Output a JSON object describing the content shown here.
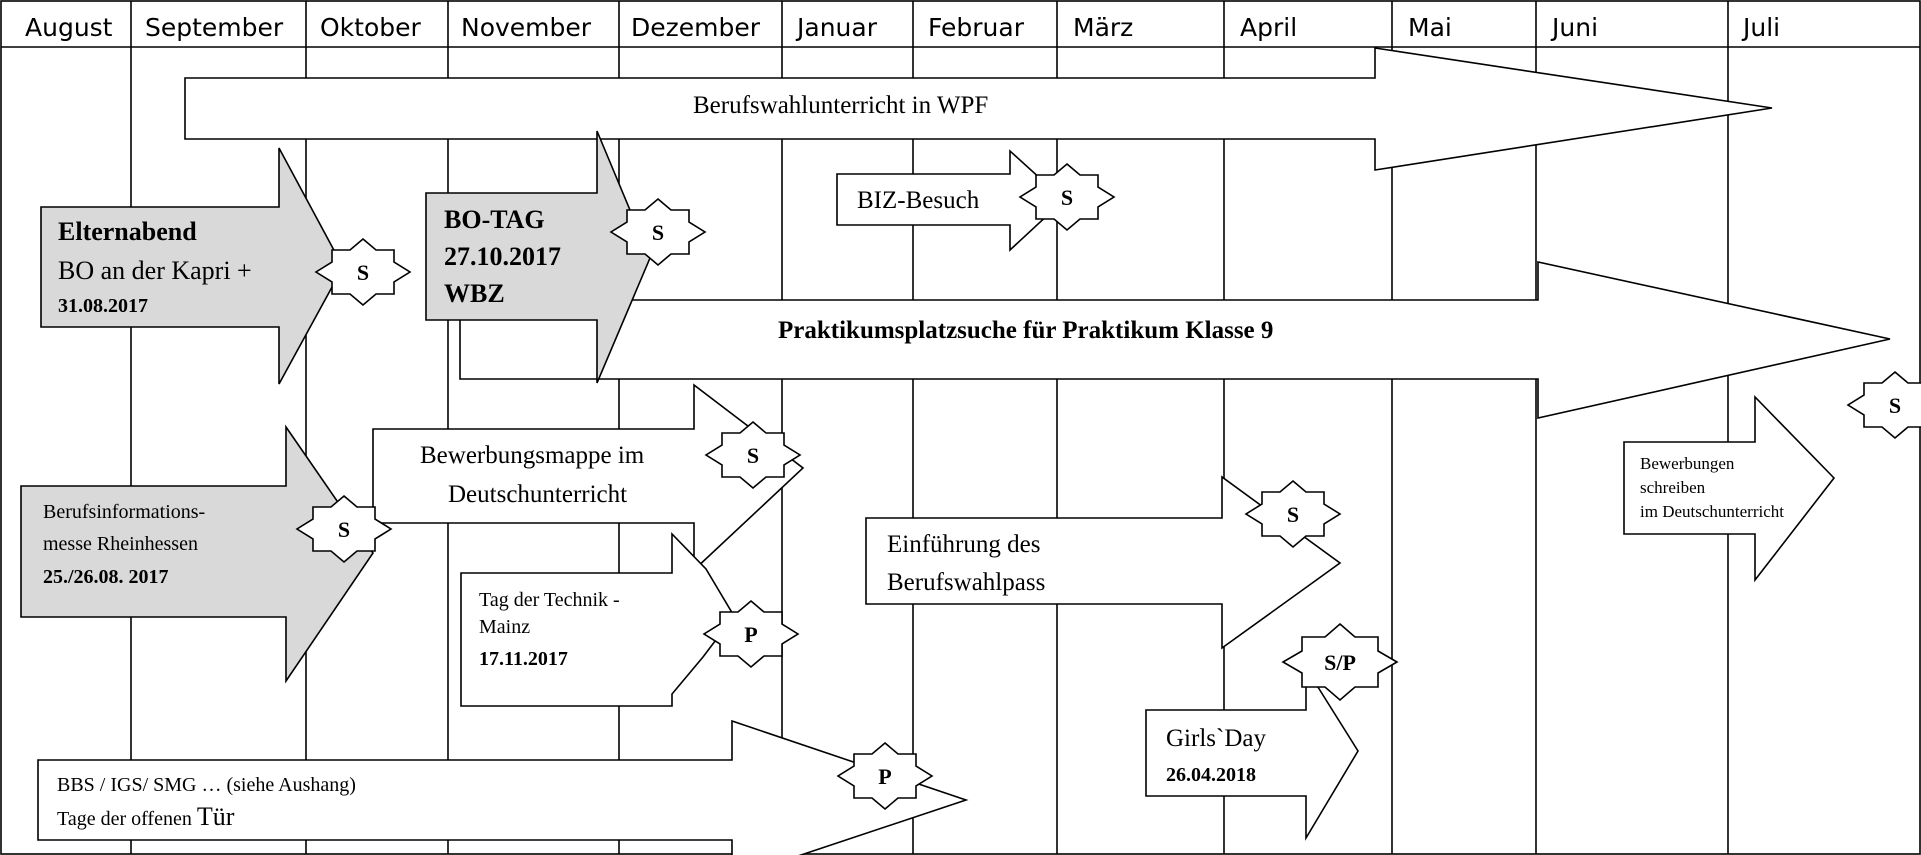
{
  "months": [
    "August",
    "September",
    "Oktober",
    "November",
    "Dezember",
    "Januar",
    "Februar",
    "März",
    "April",
    "Mai",
    "Juni",
    "Juli"
  ],
  "arrows": {
    "wpf": {
      "text": "Berufswahlunterricht in WPF"
    },
    "elternabend": {
      "title": "Elternabend",
      "line2": "BO an der Kapri +",
      "date": "31.08.2017"
    },
    "botag": {
      "line1": "BO-TAG",
      "line2": "27.10.2017",
      "line3": "WBZ"
    },
    "biz": {
      "text": "BIZ-Besuch"
    },
    "praktikum": {
      "text": "Praktikumsplatzsuche für Praktikum Klasse 9"
    },
    "bewerbungen": {
      "line1": "Bewerbungen",
      "line2": "schreiben",
      "line3": "im Deutschunterricht"
    },
    "messe": {
      "line1": "Berufsinformations-",
      "line2": "messe Rheinhessen",
      "date": "25./26.08. 2017"
    },
    "mappe": {
      "line1": "Bewerbungsmappe im",
      "line2": "Deutschunterricht"
    },
    "technik": {
      "line1": "Tag der Technik -",
      "line2": "Mainz",
      "date": "17.11.2017"
    },
    "berufswahlpass": {
      "line1": "Einführung des",
      "line2": "Berufswahlpass"
    },
    "girls": {
      "line1": "Girls`Day",
      "date": "26.04.2018"
    },
    "bbs": {
      "line1": "BBS / IGS/  SMG … (siehe Aushang)",
      "line2a": "Tage der offenen ",
      "line2b": "Tür"
    }
  },
  "badges": {
    "s1": "S",
    "s2": "S",
    "s3": "S",
    "s4": "S",
    "s5": "S",
    "s6": "S",
    "s7": "S",
    "p1": "P",
    "p2": "P",
    "sp": "S/P"
  },
  "colors": {
    "grey_fill": "#d9d9d9",
    "white_fill": "#ffffff",
    "line": "#000000"
  }
}
